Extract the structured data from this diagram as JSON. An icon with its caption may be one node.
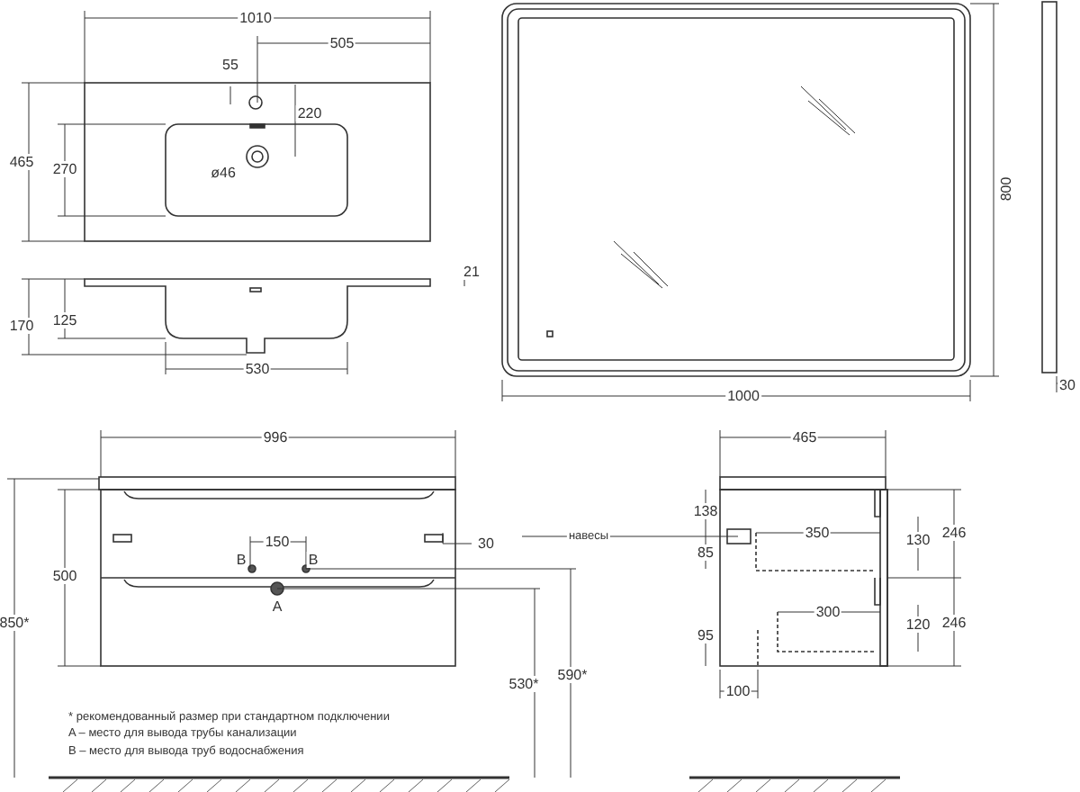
{
  "diagram": {
    "labels": [
      "1010",
      "505",
      "55",
      "220",
      "465",
      "270",
      "ø46",
      "21",
      "170",
      "125",
      "530",
      "800",
      "1000",
      "30",
      "996",
      "465",
      "850*",
      "500",
      "150",
      "B",
      "B",
      "30",
      "навесы",
      "138",
      "350",
      "130",
      "246",
      "85",
      "A",
      "300",
      "120",
      "246",
      "95",
      "590*",
      "530*",
      "100",
      "* рекомендованный размер при стандартном подключении",
      "A – место для вывода трубы канализации",
      "B – место для вывода труб водоснабжения"
    ]
  }
}
